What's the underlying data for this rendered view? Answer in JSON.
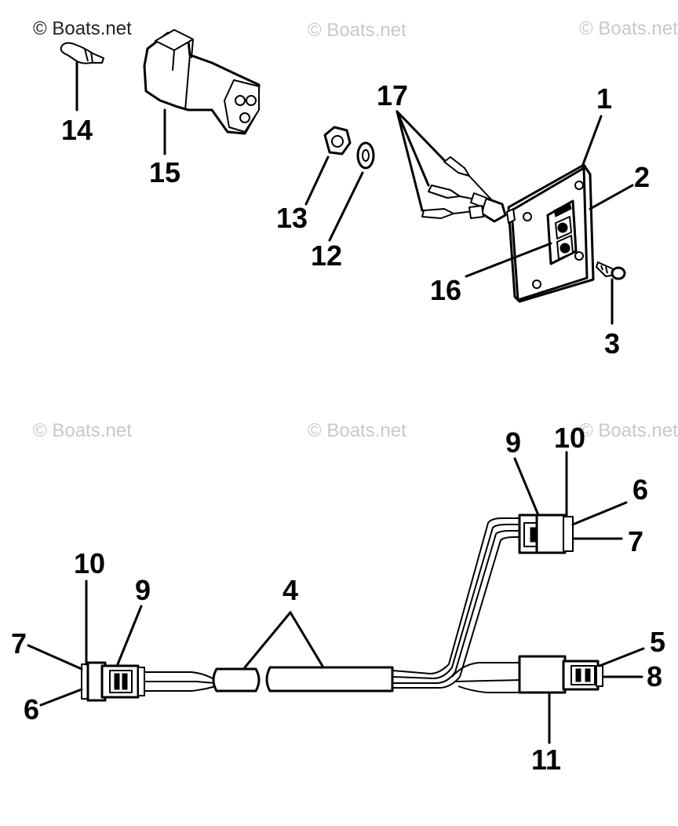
{
  "watermarks": [
    "© Boats.net",
    "© Boats.net",
    "© Boats.net",
    "© Boats.net",
    "© Boats.net",
    "© Boats.net"
  ],
  "callouts": {
    "c1": "1",
    "c2": "2",
    "c3": "3",
    "c4": "4",
    "c5": "5",
    "c6a": "6",
    "c6b": "6",
    "c7a": "7",
    "c7b": "7",
    "c8": "8",
    "c9a": "9",
    "c9b": "9",
    "c10a": "10",
    "c10b": "10",
    "c11": "11",
    "c12": "12",
    "c13": "13",
    "c14": "14",
    "c15": "15",
    "c16": "16",
    "c17": "17"
  }
}
